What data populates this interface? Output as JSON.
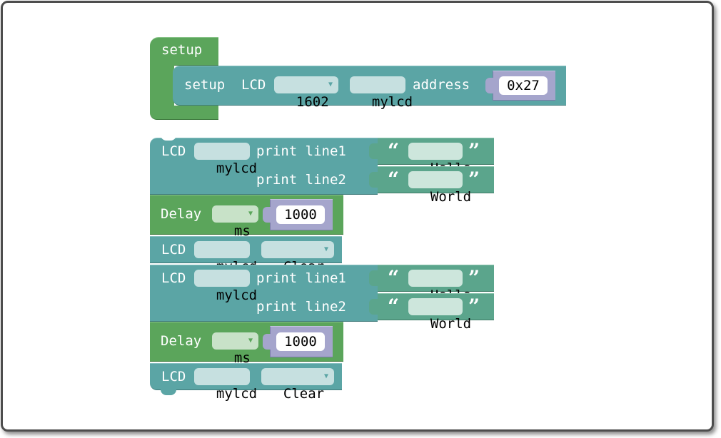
{
  "setup_block": {
    "hat_label": "setup",
    "lcd_setup": {
      "label_setup": "setup",
      "label_lcd": "LCD",
      "model": "1602",
      "name": "mylcd",
      "label_address": "address",
      "address": "0x27"
    }
  },
  "statements": [
    {
      "type": "lcd_print",
      "lcd": "LCD",
      "name": "mylcd",
      "line1_label": "print line1",
      "line1_text": "Hello",
      "line2_label": "print line2",
      "line2_text": "World"
    },
    {
      "type": "delay",
      "label": "Delay",
      "unit": "ms",
      "value": "1000"
    },
    {
      "type": "lcd_clear",
      "lcd": "LCD",
      "name": "mylcd",
      "action": "Clear"
    },
    {
      "type": "lcd_print",
      "lcd": "LCD",
      "name": "mylcd",
      "line1_label": "print line1",
      "line1_text": "Hello",
      "line2_label": "print line2",
      "line2_text": "World"
    },
    {
      "type": "delay",
      "label": "Delay",
      "unit": "ms",
      "value": "1000"
    },
    {
      "type": "lcd_clear",
      "lcd": "LCD",
      "name": "mylcd",
      "action": "Clear"
    }
  ],
  "colors": {
    "lcd_block": "#5ba5a5",
    "control_block": "#5ba55b",
    "text_block": "#5ba58c",
    "number_block": "#a5a5cc"
  },
  "icons": {
    "dropdown": "dropdown-caret-icon",
    "open_quote": "open-quote-icon",
    "close_quote": "close-quote-icon"
  }
}
